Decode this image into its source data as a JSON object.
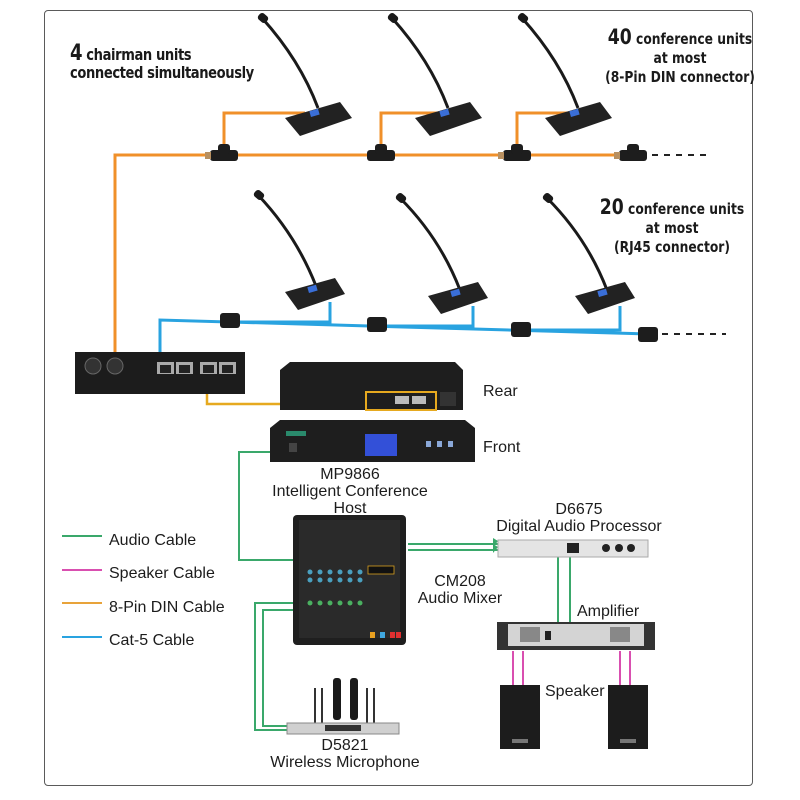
{
  "annotations": {
    "chairman": {
      "count": "4",
      "line1": "chairman units",
      "line2": "connected simultaneously"
    },
    "din_units": {
      "count": "40",
      "line1": "conference units",
      "line2": "at most",
      "line3": "(8-Pin DIN connector)"
    },
    "rj45_units": {
      "count": "20",
      "line1": "conference units",
      "line2": "at most",
      "line3": "(RJ45 connector)"
    }
  },
  "devices": {
    "host": {
      "rear_label": "Rear",
      "front_label": "Front",
      "model": "MP9866",
      "name_line1": "Intelligent Conference",
      "name_line2": "Host"
    },
    "processor": {
      "model": "D6675",
      "name": "Digital Audio Processor"
    },
    "mixer": {
      "model": "CM208",
      "name": "Audio Mixer"
    },
    "amplifier": {
      "name": "Amplifier"
    },
    "speaker": {
      "name": "Speaker"
    },
    "wireless_mic": {
      "model": "D5821",
      "name": "Wireless Microphone"
    }
  },
  "legend": [
    {
      "label": "Audio Cable",
      "color": "#3aa86b"
    },
    {
      "label": "Speaker Cable",
      "color": "#d94fb0"
    },
    {
      "label": "8-Pin DIN Cable",
      "color": "#e8a33a"
    },
    {
      "label": "Cat-5 Cable",
      "color": "#29a3e0"
    }
  ],
  "colors": {
    "audio": "#3aa86b",
    "speaker": "#d94fb0",
    "din": "#f0902a",
    "cat5": "#29a3e0",
    "din_host": "#e6a91f"
  }
}
